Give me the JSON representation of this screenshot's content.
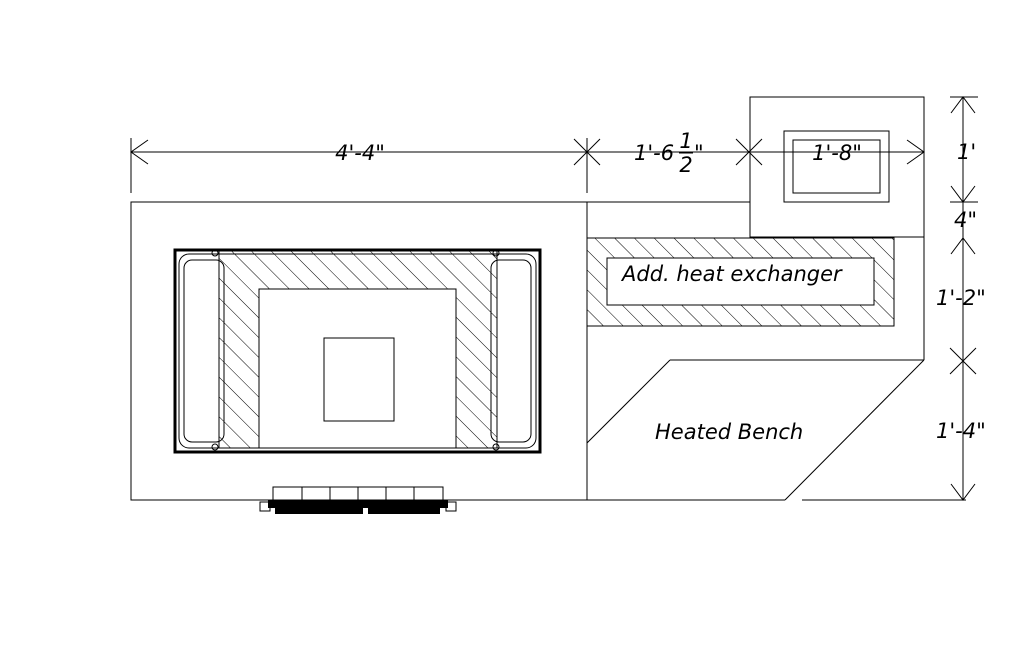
{
  "dimensions": {
    "width_main": "4'-4\"",
    "width_mid_whole": "1'-6",
    "width_mid_num": "1",
    "width_mid_den": "2",
    "width_mid_tail": "\"",
    "width_chimney": "1'-8\"",
    "height_top": "1'",
    "height_gap": "4\"",
    "height_exchanger": "1'-2\"",
    "height_bench": "1'-4\""
  },
  "labels": {
    "heat_exchanger": "Add. heat exchanger",
    "bench": "Heated Bench"
  },
  "colors": {
    "line": "#000000",
    "background": "#ffffff"
  }
}
